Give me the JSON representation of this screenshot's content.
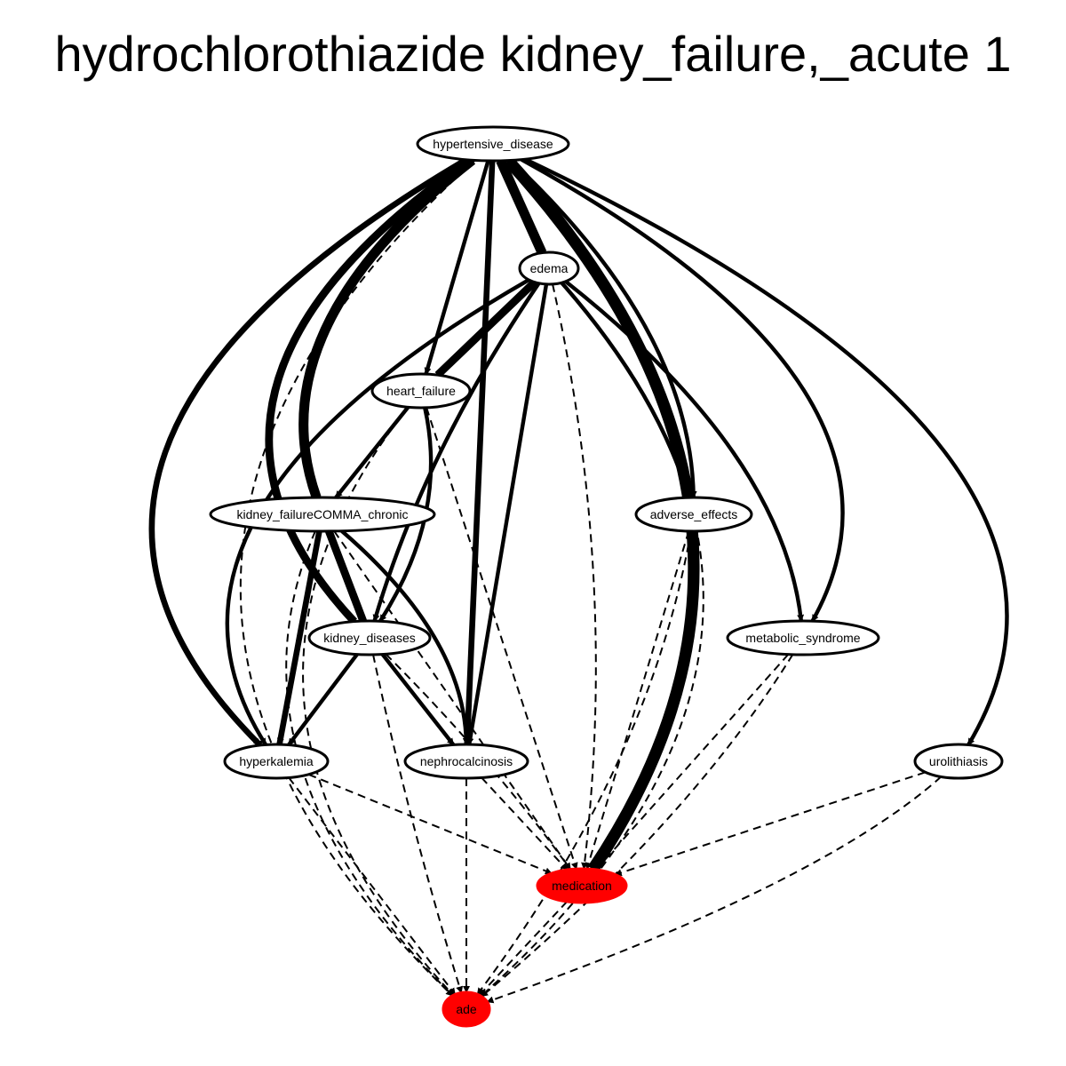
{
  "title": "hydrochlorothiazide kidney_failure,_acute 1",
  "colors": {
    "highlight_fill": "#ff0000",
    "node_fill": "#ffffff",
    "stroke": "#000000"
  },
  "nodes": [
    {
      "id": "hypertensive_disease",
      "label": "hypertensive_disease",
      "highlight": false
    },
    {
      "id": "edema",
      "label": "edema",
      "highlight": false
    },
    {
      "id": "heart_failure",
      "label": "heart_failure",
      "highlight": false
    },
    {
      "id": "kidney_failure_chronic",
      "label": "kidney_failureCOMMA_chronic",
      "highlight": false
    },
    {
      "id": "adverse_effects",
      "label": "adverse_effects",
      "highlight": false
    },
    {
      "id": "kidney_diseases",
      "label": "kidney_diseases",
      "highlight": false
    },
    {
      "id": "metabolic_syndrome",
      "label": "metabolic_syndrome",
      "highlight": false
    },
    {
      "id": "hyperkalemia",
      "label": "hyperkalemia",
      "highlight": false
    },
    {
      "id": "nephrocalcinosis",
      "label": "nephrocalcinosis",
      "highlight": false
    },
    {
      "id": "urolithiasis",
      "label": "urolithiasis",
      "highlight": false
    },
    {
      "id": "medication",
      "label": "medication",
      "highlight": true
    },
    {
      "id": "ade",
      "label": "ade",
      "highlight": true
    }
  ],
  "edges": [
    {
      "from": "hypertensive_disease",
      "to": "edema",
      "style": "solid",
      "weight": 5
    },
    {
      "from": "hypertensive_disease",
      "to": "heart_failure",
      "style": "solid",
      "weight": 2
    },
    {
      "from": "hypertensive_disease",
      "to": "kidney_failure_chronic",
      "style": "solid",
      "weight": 5
    },
    {
      "from": "hypertensive_disease",
      "to": "kidney_diseases",
      "style": "solid",
      "weight": 4
    },
    {
      "from": "hypertensive_disease",
      "to": "adverse_effects",
      "style": "solid",
      "weight": 2
    },
    {
      "from": "hypertensive_disease",
      "to": "metabolic_syndrome",
      "style": "solid",
      "weight": 2
    },
    {
      "from": "hypertensive_disease",
      "to": "hyperkalemia",
      "style": "solid",
      "weight": 3
    },
    {
      "from": "hypertensive_disease",
      "to": "nephrocalcinosis",
      "style": "solid",
      "weight": 3
    },
    {
      "from": "hypertensive_disease",
      "to": "urolithiasis",
      "style": "solid",
      "weight": 2
    },
    {
      "from": "hypertensive_disease",
      "to": "medication",
      "style": "solid",
      "weight": 6
    },
    {
      "from": "hypertensive_disease",
      "to": "ade",
      "style": "dashed",
      "weight": 1
    },
    {
      "from": "edema",
      "to": "heart_failure",
      "style": "solid",
      "weight": 4
    },
    {
      "from": "edema",
      "to": "hyperkalemia",
      "style": "solid",
      "weight": 2
    },
    {
      "from": "edema",
      "to": "kidney_diseases",
      "style": "solid",
      "weight": 2
    },
    {
      "from": "edema",
      "to": "nephrocalcinosis",
      "style": "solid",
      "weight": 2
    },
    {
      "from": "edema",
      "to": "adverse_effects",
      "style": "solid",
      "weight": 2
    },
    {
      "from": "edema",
      "to": "metabolic_syndrome",
      "style": "solid",
      "weight": 2
    },
    {
      "from": "edema",
      "to": "medication",
      "style": "dashed",
      "weight": 1
    },
    {
      "from": "edema",
      "to": "ade",
      "style": "dashed",
      "weight": 1
    },
    {
      "from": "heart_failure",
      "to": "kidney_failure_chronic",
      "style": "solid",
      "weight": 2
    },
    {
      "from": "heart_failure",
      "to": "kidney_diseases",
      "style": "solid",
      "weight": 2
    },
    {
      "from": "heart_failure",
      "to": "medication",
      "style": "dashed",
      "weight": 1
    },
    {
      "from": "heart_failure",
      "to": "ade",
      "style": "dashed",
      "weight": 1
    },
    {
      "from": "kidney_failure_chronic",
      "to": "kidney_diseases",
      "style": "solid",
      "weight": 4
    },
    {
      "from": "kidney_failure_chronic",
      "to": "hyperkalemia",
      "style": "solid",
      "weight": 3
    },
    {
      "from": "kidney_failure_chronic",
      "to": "nephrocalcinosis",
      "style": "solid",
      "weight": 2
    },
    {
      "from": "kidney_failure_chronic",
      "to": "medication",
      "style": "dashed",
      "weight": 1
    },
    {
      "from": "kidney_failure_chronic",
      "to": "ade",
      "style": "dashed",
      "weight": 1
    },
    {
      "from": "adverse_effects",
      "to": "medication",
      "style": "dashed",
      "weight": 1
    },
    {
      "from": "adverse_effects",
      "to": "ade",
      "style": "dashed",
      "weight": 1
    },
    {
      "from": "kidney_diseases",
      "to": "hyperkalemia",
      "style": "solid",
      "weight": 2
    },
    {
      "from": "kidney_diseases",
      "to": "nephrocalcinosis",
      "style": "solid",
      "weight": 2
    },
    {
      "from": "kidney_diseases",
      "to": "medication",
      "style": "dashed",
      "weight": 1
    },
    {
      "from": "kidney_diseases",
      "to": "ade",
      "style": "dashed",
      "weight": 1
    },
    {
      "from": "metabolic_syndrome",
      "to": "medication",
      "style": "dashed",
      "weight": 1
    },
    {
      "from": "metabolic_syndrome",
      "to": "ade",
      "style": "dashed",
      "weight": 1
    },
    {
      "from": "hyperkalemia",
      "to": "medication",
      "style": "dashed",
      "weight": 1
    },
    {
      "from": "hyperkalemia",
      "to": "ade",
      "style": "dashed",
      "weight": 1
    },
    {
      "from": "nephrocalcinosis",
      "to": "medication",
      "style": "dashed",
      "weight": 1
    },
    {
      "from": "nephrocalcinosis",
      "to": "ade",
      "style": "dashed",
      "weight": 1
    },
    {
      "from": "urolithiasis",
      "to": "medication",
      "style": "dashed",
      "weight": 1
    },
    {
      "from": "urolithiasis",
      "to": "ade",
      "style": "dashed",
      "weight": 1
    },
    {
      "from": "medication",
      "to": "ade",
      "style": "dashed",
      "weight": 1
    }
  ]
}
